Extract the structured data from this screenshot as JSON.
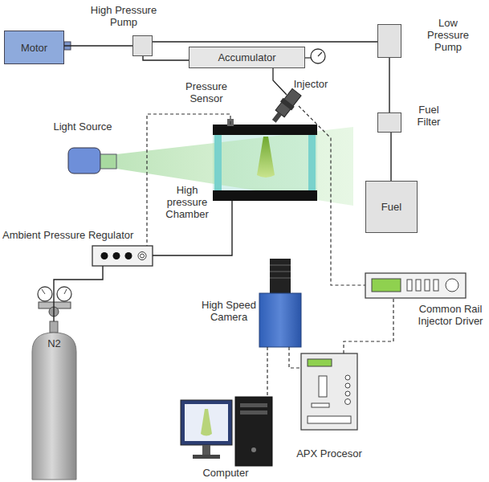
{
  "diagram": {
    "nodes": [
      {
        "text": [
          "Motor"
        ]
      },
      {
        "text": [
          "High Pressure Pump"
        ]
      },
      {
        "text": [
          "Accumulator"
        ]
      },
      {
        "text": [
          "Low Pressure Pump"
        ]
      },
      {
        "text": [
          "Fuel Filter"
        ]
      },
      {
        "text": [
          "Light Source"
        ]
      },
      {
        "text": [
          "High pressure Chamber"
        ]
      },
      {
        "text": [
          "Fuel"
        ]
      },
      {
        "text": [
          "Ambient Pressure Regulator"
        ]
      },
      {
        "text": [
          "High Speed Camera"
        ]
      },
      {
        "text": [
          "Common Rail Injector Driver"
        ]
      },
      {
        "text": [
          "N2"
        ]
      },
      {
        "text": [
          "APX Procesor"
        ]
      },
      {
        "text": [
          "Computer"
        ]
      }
    ],
    "edges": [
      {
        "from": 0,
        "to": 1,
        "arrow": "none"
      },
      {
        "from": 1,
        "to": 3,
        "arrow": "none"
      },
      {
        "from": 1,
        "to": 2,
        "arrow": "none"
      },
      {
        "from": 3,
        "to": 4,
        "arrow": "none"
      },
      {
        "from": 4,
        "to": 7,
        "arrow": "none"
      },
      {
        "from": 6,
        "to": 8,
        "arrow": "none"
      },
      {
        "from": 6,
        "to": 8,
        "arrow": "none"
      },
      {
        "from": 8,
        "to": 11,
        "arrow": "none"
      },
      {
        "from": 9,
        "to": 13,
        "arrow": "none"
      },
      {
        "from": 9,
        "to": 12,
        "arrow": "none"
      },
      {
        "from": 12,
        "to": 10,
        "arrow": "none"
      }
    ],
    "labels": [
      "Pressure Sensor",
      "Injector"
    ]
  }
}
